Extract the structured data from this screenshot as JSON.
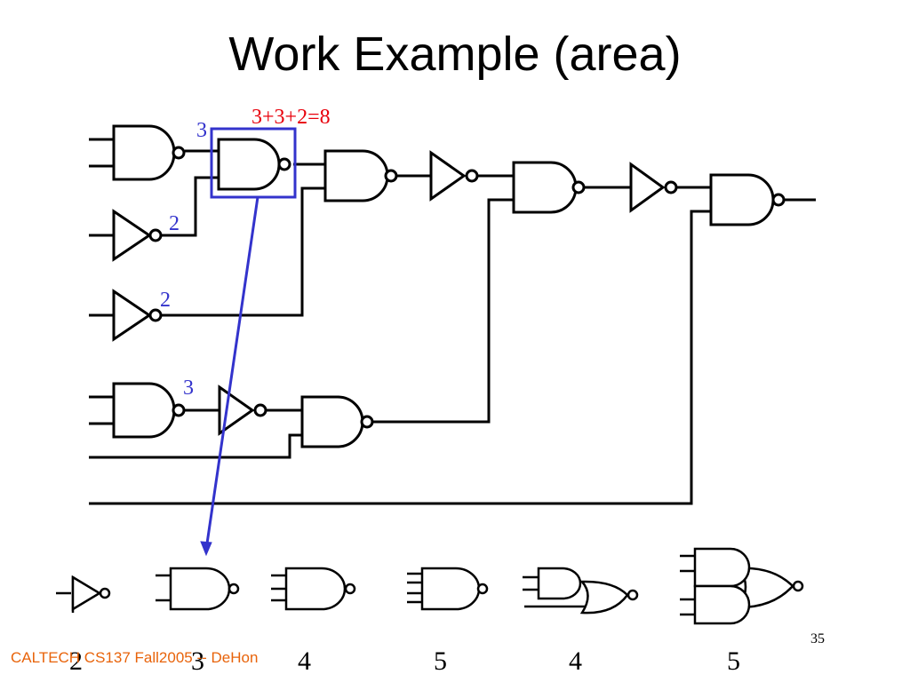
{
  "slide": {
    "title": "Work Example (area)",
    "footer": "CALTECH CS137 Fall2005 -- DeHon",
    "page_number": "35"
  },
  "annotations": {
    "area_sum": "3+3+2=8",
    "gate_costs": [
      "3",
      "2",
      "2",
      "3"
    ]
  },
  "colors": {
    "area_sum": "#e8000b",
    "gate_costs": "#3333cc",
    "highlight": "#3333cc",
    "footer": "#e8630a"
  },
  "library": {
    "costs": [
      "2",
      "3",
      "4",
      "5",
      "4",
      "5"
    ]
  }
}
